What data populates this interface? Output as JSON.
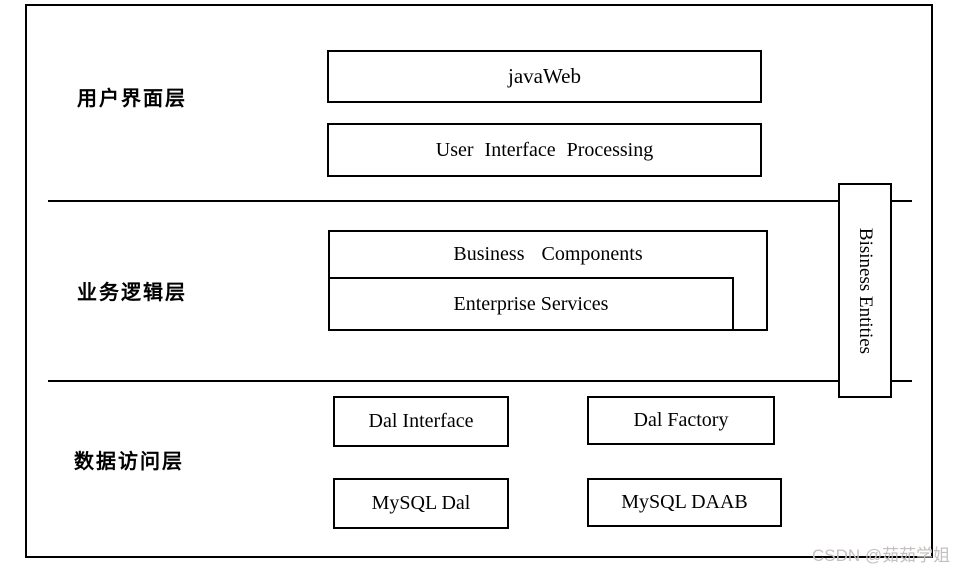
{
  "diagram": {
    "layers": [
      {
        "label": "用户界面层",
        "boxes": [
          {
            "label": "javaWeb"
          },
          {
            "label": "User Interface Processing"
          }
        ]
      },
      {
        "label": "业务逻辑层",
        "boxes": [
          {
            "label": "Business Components"
          },
          {
            "label": "Enterprise Services"
          }
        ]
      },
      {
        "label": "数据访问层",
        "boxes": [
          {
            "label": "Dal Interface"
          },
          {
            "label": "Dal Factory"
          },
          {
            "label": "MySQL Dal"
          },
          {
            "label": "MySQL DAAB"
          }
        ]
      }
    ],
    "side_box": {
      "label": "Bisiness Entities"
    },
    "watermark": {
      "text": "CSDN @茹茹学姐"
    },
    "colors": {
      "line": "#000000",
      "background": "#ffffff",
      "watermark": "#c5bfbf"
    }
  }
}
